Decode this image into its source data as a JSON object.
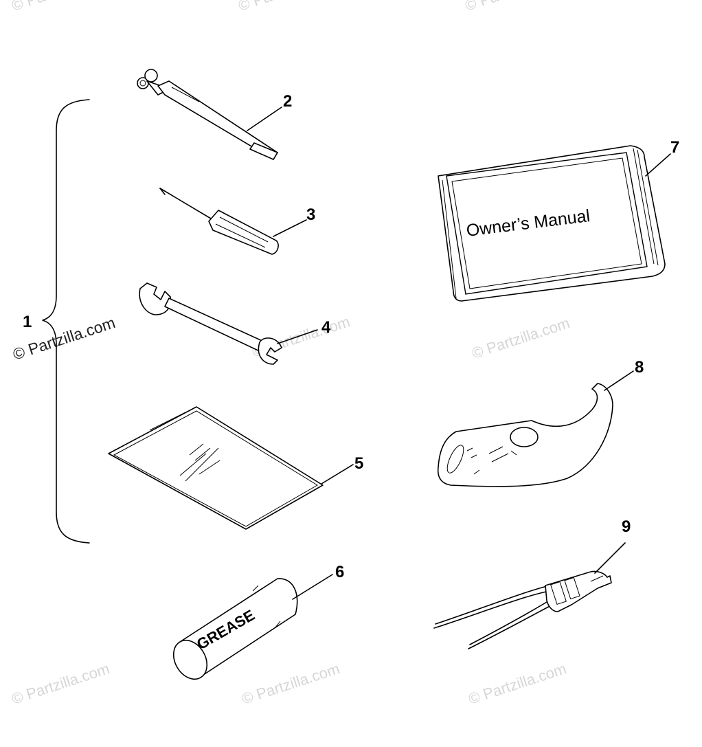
{
  "watermark": "© Partzilla.com",
  "callouts": {
    "c1": "1",
    "c2": "2",
    "c3": "3",
    "c4": "4",
    "c5": "5",
    "c6": "6",
    "c7": "7",
    "c8": "8",
    "c9": "9"
  },
  "labels": {
    "manual_cover": "Owner’s Manual",
    "grease_label": "GREASE"
  }
}
